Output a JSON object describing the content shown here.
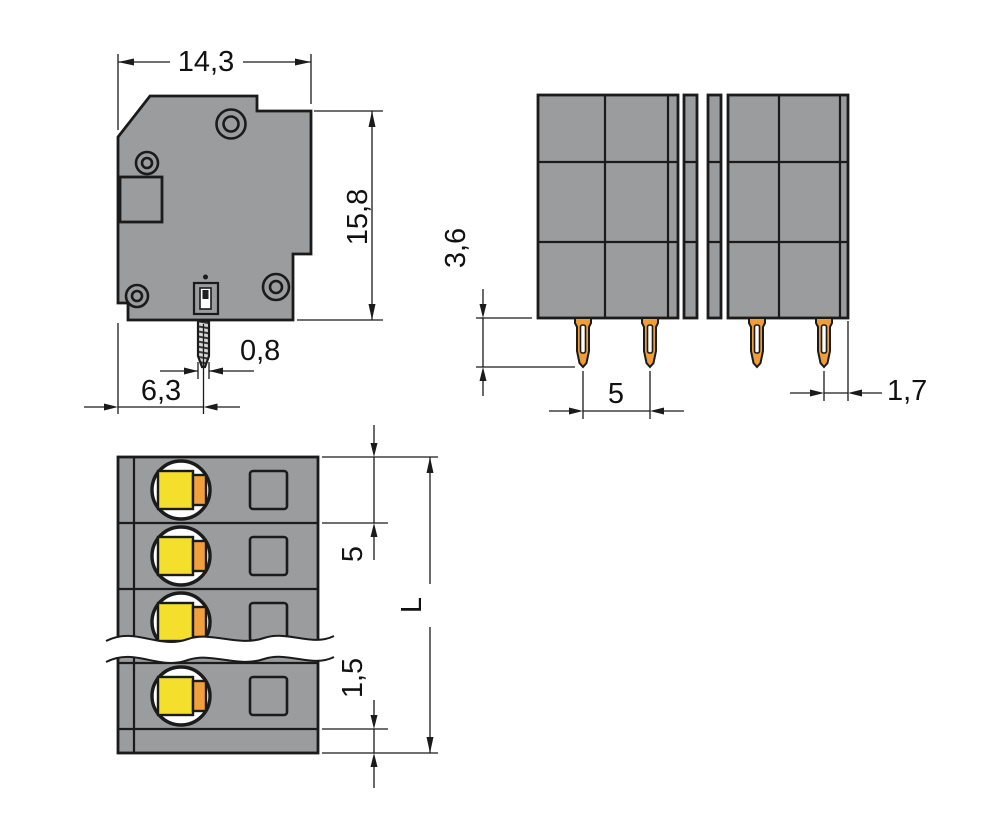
{
  "drawing": {
    "background": "#ffffff",
    "colors": {
      "background": "#ffffff",
      "body": "#9a9c9e",
      "outline": "#1b1b1b",
      "white": "#ffffff",
      "yellow": "#f3df2c",
      "orange": "#f0a03c",
      "pin": "#ee9d38"
    },
    "views": {
      "side": {
        "dim_width": "14,3",
        "dim_height": "15,8",
        "dim_pin_width": "0,8",
        "dim_pin_offset": "6,3"
      },
      "front": {
        "dim_pin_length": "3,6",
        "dim_pitch": "5",
        "dim_end_offset": "1,7"
      },
      "top": {
        "dim_pitch": "5",
        "dim_bottom_offset": "1,5",
        "dim_total_length": "L"
      }
    }
  }
}
